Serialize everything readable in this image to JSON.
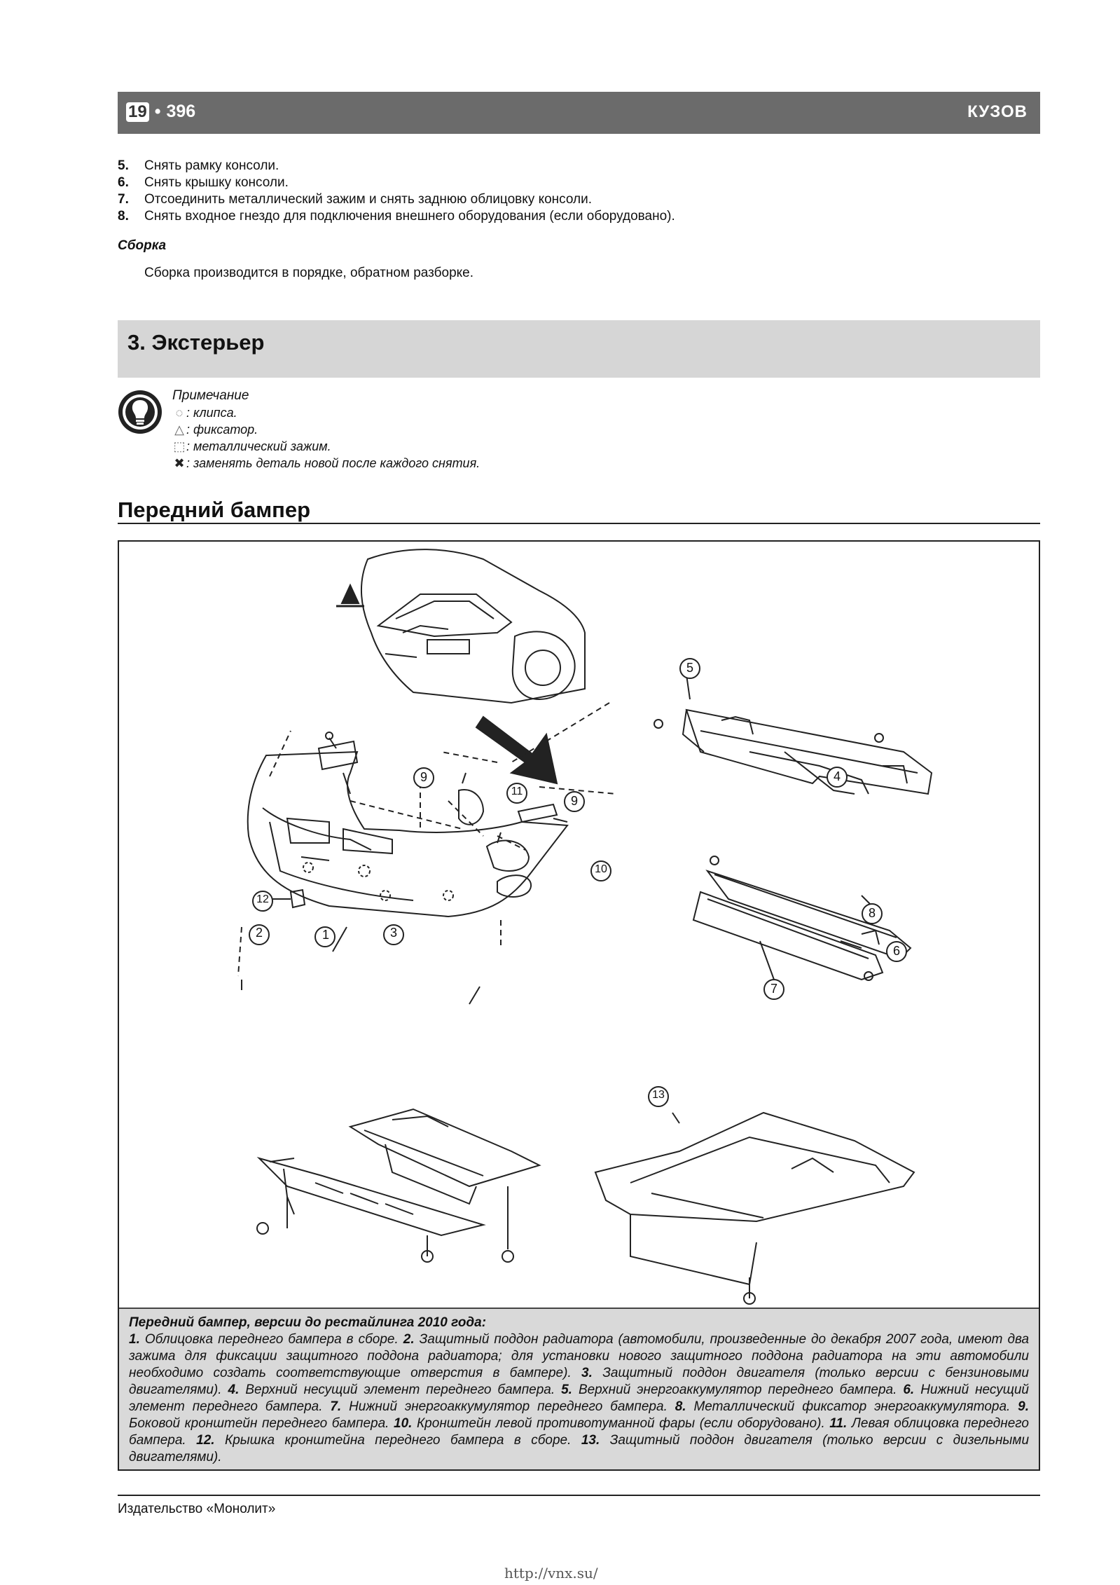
{
  "header": {
    "chapter": "19",
    "separator": "•",
    "page": "396",
    "title": "КУЗОВ"
  },
  "steps": [
    {
      "num": "5.",
      "text": "Снять рамку консоли."
    },
    {
      "num": "6.",
      "text": "Снять крышку консоли."
    },
    {
      "num": "7.",
      "text": "Отсоединить металлический зажим и снять заднюю облицовку консоли."
    },
    {
      "num": "8.",
      "text": "Снять входное гнездо для подключения внешнего оборудования (если оборудовано)."
    }
  ],
  "assembly": {
    "title": "Сборка",
    "text": "Сборка производится в порядке, обратном разборке."
  },
  "section": {
    "title": "3. Экстерьер"
  },
  "note": {
    "icon": "lightbulb-icon",
    "title": "Примечание",
    "items": [
      {
        "icon": "clip-icon",
        "symbol": "◌",
        "text": ": клипса."
      },
      {
        "icon": "retainer-icon",
        "symbol": "△",
        "text": ": фиксатор."
      },
      {
        "icon": "metal-clip-icon",
        "symbol": "⬚",
        "text": ": металлический зажим."
      },
      {
        "icon": "replace-part-icon",
        "symbol": "✖",
        "text": ": заменять деталь новой после каждого снятия."
      }
    ]
  },
  "subsection": {
    "title": "Передний бампер"
  },
  "figure": {
    "callouts": [
      "1",
      "2",
      "3",
      "4",
      "5",
      "6",
      "7",
      "8",
      "9",
      "9",
      "10",
      "11",
      "12",
      "13"
    ],
    "caption_title": "Передний бампер, версии до рестайлинга 2010 года:",
    "caption_items": [
      {
        "num": "1.",
        "text": "Облицовка переднего бампера в сборе."
      },
      {
        "num": "2.",
        "text": "Защитный поддон радиатора (автомобили, произведенные до декабря 2007 года, имеют два зажима для фиксации защитного поддона радиатора; для установки нового защитного поддона радиатора на эти автомобили необходимо создать соответствующие отверстия в бампере)."
      },
      {
        "num": "3.",
        "text": "Защитный поддон двигателя (только версии с бензиновыми двигателями)."
      },
      {
        "num": "4.",
        "text": "Верхний несущий элемент переднего бампера."
      },
      {
        "num": "5.",
        "text": "Верхний энергоаккумулятор переднего бампера."
      },
      {
        "num": "6.",
        "text": "Нижний несущий элемент переднего бампера."
      },
      {
        "num": "7.",
        "text": "Нижний энергоаккумулятор переднего бампера."
      },
      {
        "num": "8.",
        "text": "Металлический фиксатор энергоаккумулятора."
      },
      {
        "num": "9.",
        "text": "Боковой кронштейн переднего бампера."
      },
      {
        "num": "10.",
        "text": "Кронштейн левой противотуманной фары (если оборудовано)."
      },
      {
        "num": "11.",
        "text": "Левая облицовка переднего бампера."
      },
      {
        "num": "12.",
        "text": "Крышка кронштейна переднего бампера в сборе."
      },
      {
        "num": "13.",
        "text": "Защитный поддон двигателя (только версии с дизельными двигателями)."
      }
    ]
  },
  "footer": {
    "publisher": "Издательство «Монолит»",
    "url": "http://vnx.su/"
  }
}
